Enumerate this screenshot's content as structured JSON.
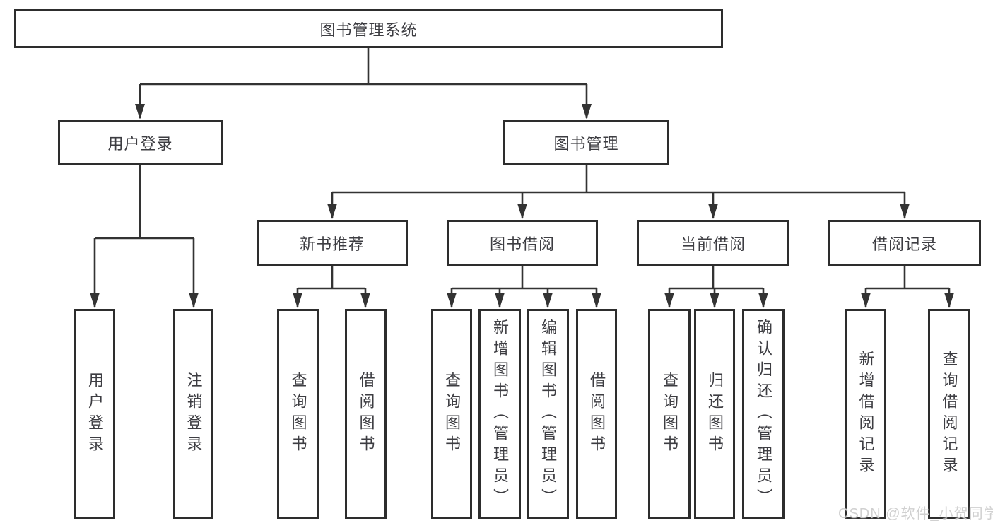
{
  "diagram_type": "hierarchy-tree",
  "colors": {
    "background": "#ffffff",
    "line": "#333333",
    "box_border": "#2d2d2d",
    "text": "#3d3d42",
    "watermark": "#cdcdcd"
  },
  "nodes": {
    "root": {
      "label": "图书管理系统"
    },
    "user_login": {
      "label": "用户登录",
      "parent": "root"
    },
    "book_mgmt": {
      "label": "图书管理",
      "parent": "root"
    },
    "leaf_login": {
      "label": "用户登录",
      "parent": "user_login"
    },
    "leaf_logout": {
      "label": "注销登录",
      "parent": "user_login"
    },
    "new_book_rec": {
      "label": "新书推荐",
      "parent": "book_mgmt"
    },
    "book_borrow": {
      "label": "图书借阅",
      "parent": "book_mgmt"
    },
    "current_borrow": {
      "label": "当前借阅",
      "parent": "book_mgmt"
    },
    "borrow_records": {
      "label": "借阅记录",
      "parent": "book_mgmt"
    },
    "leaf_query_book_1": {
      "label": "查询图书",
      "parent": "new_book_rec"
    },
    "leaf_borrow_book_1": {
      "label": "借阅图书",
      "parent": "new_book_rec"
    },
    "leaf_query_book_2": {
      "label": "查询图书",
      "parent": "book_borrow"
    },
    "leaf_add_book": {
      "label": "新增图书（管理员）",
      "parent": "book_borrow"
    },
    "leaf_edit_book": {
      "label": "编辑图书（管理员）",
      "parent": "book_borrow"
    },
    "leaf_borrow_book_2": {
      "label": "借阅图书",
      "parent": "book_borrow"
    },
    "leaf_query_book_3": {
      "label": "查询图书",
      "parent": "current_borrow"
    },
    "leaf_return_book": {
      "label": "归还图书",
      "parent": "current_borrow"
    },
    "leaf_confirm_return": {
      "label": "确认归还（管理员）",
      "parent": "current_borrow"
    },
    "leaf_add_record": {
      "label": "新增借阅记录",
      "parent": "borrow_records"
    },
    "leaf_query_record": {
      "label": "查询借阅记录",
      "parent": "borrow_records"
    }
  },
  "watermark": {
    "text": "CSDN @软件_小贺同学"
  }
}
